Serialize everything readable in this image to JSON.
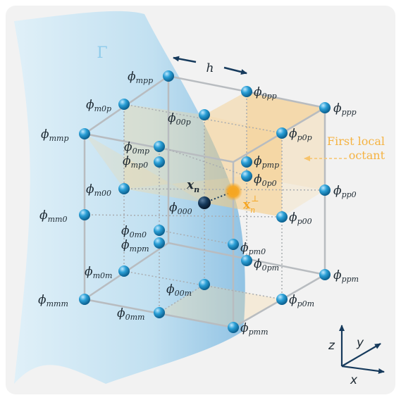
{
  "diagram": {
    "surface_label": "Γ",
    "spacing_label": "h",
    "point_label_main": "x",
    "point_label_sub": "n",
    "proj_label_main": "x",
    "proj_label_sub": "n",
    "proj_label_sup": "⊥",
    "octant_label_line1": "First local",
    "octant_label_line2": "octant",
    "axis_z": "z",
    "axis_y": "y",
    "axis_x": "x",
    "nodes": [
      {
        "sub": "mpp"
      },
      {
        "sub": "0pp"
      },
      {
        "sub": "ppp"
      },
      {
        "sub": "m0p"
      },
      {
        "sub": "00p"
      },
      {
        "sub": "p0p"
      },
      {
        "sub": "mmp"
      },
      {
        "sub": "0mp"
      },
      {
        "sub": "pmp"
      },
      {
        "sub": "mp0"
      },
      {
        "sub": "0p0"
      },
      {
        "sub": "pp0"
      },
      {
        "sub": "m00"
      },
      {
        "sub": "000"
      },
      {
        "sub": "p00"
      },
      {
        "sub": "mm0"
      },
      {
        "sub": "0m0"
      },
      {
        "sub": "pm0"
      },
      {
        "sub": "mpm"
      },
      {
        "sub": "0pm"
      },
      {
        "sub": "ppm"
      },
      {
        "sub": "m0m"
      },
      {
        "sub": "00m"
      },
      {
        "sub": "p0m"
      },
      {
        "sub": "mmm"
      },
      {
        "sub": "0mm"
      },
      {
        "sub": "pmm"
      }
    ],
    "colors": {
      "node": "#2a9fd6",
      "center_node": "#163a5c",
      "proj_point": "#f5a623",
      "octant": "#f7c36b",
      "surface": "#9fd3ee",
      "edge": "#b8bcc0"
    }
  }
}
